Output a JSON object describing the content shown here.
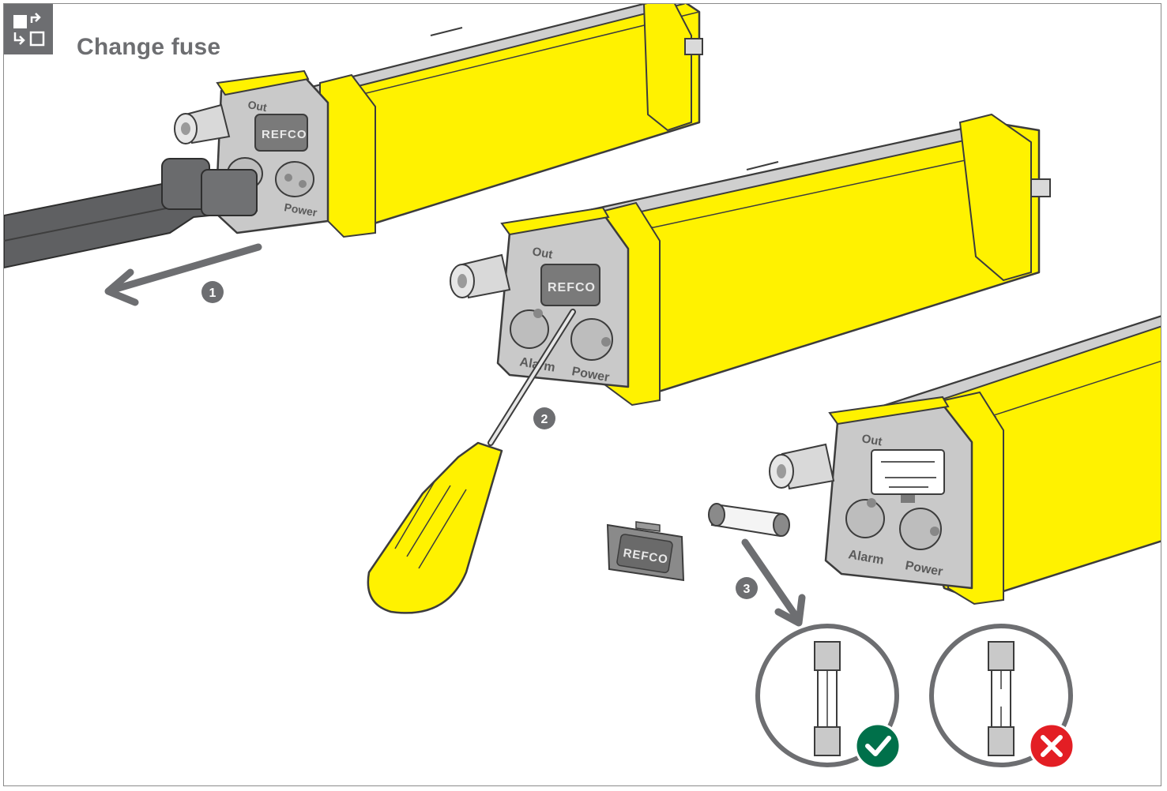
{
  "page": {
    "title": "Change fuse",
    "icon": "swap-layout-icon"
  },
  "colors": {
    "yellow": "#fff200",
    "housing_gray": "#c8c8c8",
    "dark_gray": "#6d6e71",
    "cable": "#5f6062",
    "ok_green": "#00704a",
    "bad_red": "#e31e24"
  },
  "brand_label": "REFCO",
  "devices": [
    {
      "labels": {
        "out": "Out",
        "power": "Power"
      }
    },
    {
      "labels": {
        "out": "Out",
        "alarm": "Alarm",
        "power": "Power"
      }
    },
    {
      "labels": {
        "out": "Out",
        "alarm": "Alarm",
        "power": "Power"
      }
    }
  ],
  "steps": [
    {
      "number": "1"
    },
    {
      "number": "2"
    },
    {
      "number": "3"
    }
  ],
  "results": [
    {
      "status": "ok",
      "icon": "check-icon"
    },
    {
      "status": "broken",
      "icon": "cross-icon"
    }
  ]
}
